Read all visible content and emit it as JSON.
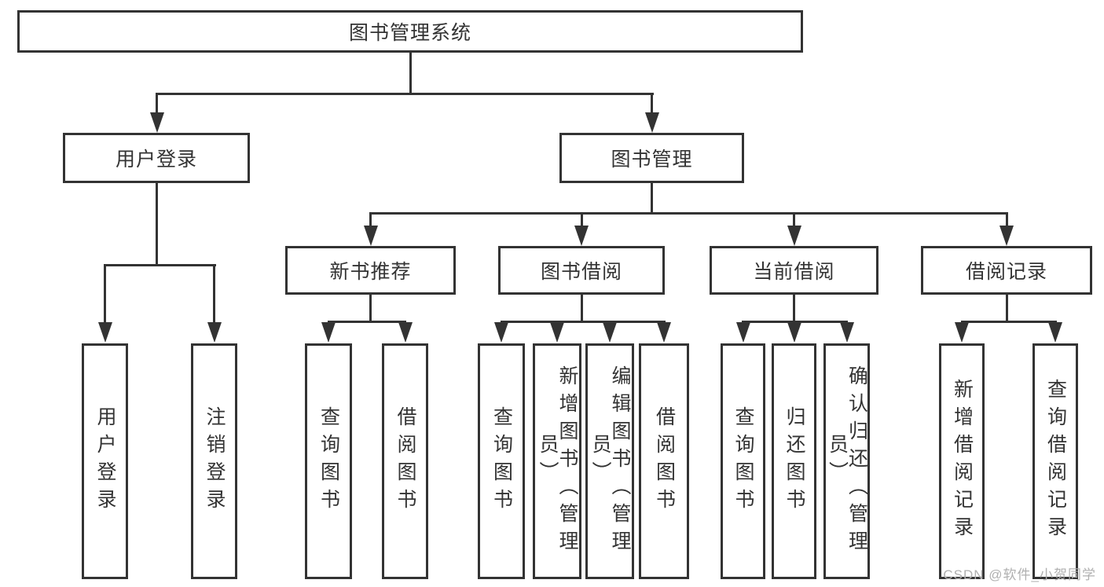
{
  "tree": {
    "label": "图书管理系统",
    "children": [
      {
        "label": "用户登录",
        "children": [
          {
            "label": "用户登录"
          },
          {
            "label": "注销登录"
          }
        ]
      },
      {
        "label": "图书管理",
        "children": [
          {
            "label": "新书推荐",
            "children": [
              {
                "label": "查询图书"
              },
              {
                "label": "借阅图书"
              }
            ]
          },
          {
            "label": "图书借阅",
            "children": [
              {
                "label": "查询图书"
              },
              {
                "label": "新增图书（管理员）"
              },
              {
                "label": "编辑图书（管理员）"
              },
              {
                "label": "借阅图书"
              }
            ]
          },
          {
            "label": "当前借阅",
            "children": [
              {
                "label": "查询图书"
              },
              {
                "label": "归还图书"
              },
              {
                "label": "确认归还（管理员）"
              }
            ]
          },
          {
            "label": "借阅记录",
            "children": [
              {
                "label": "新增借阅记录"
              },
              {
                "label": "查询借阅记录"
              }
            ]
          }
        ]
      }
    ]
  },
  "watermark": {
    "text": "CSDN @软件_小贺同学"
  },
  "colors": {
    "line": "#333333",
    "text": "#333333",
    "background": "#ffffff",
    "watermark": "#b0b0b0"
  }
}
